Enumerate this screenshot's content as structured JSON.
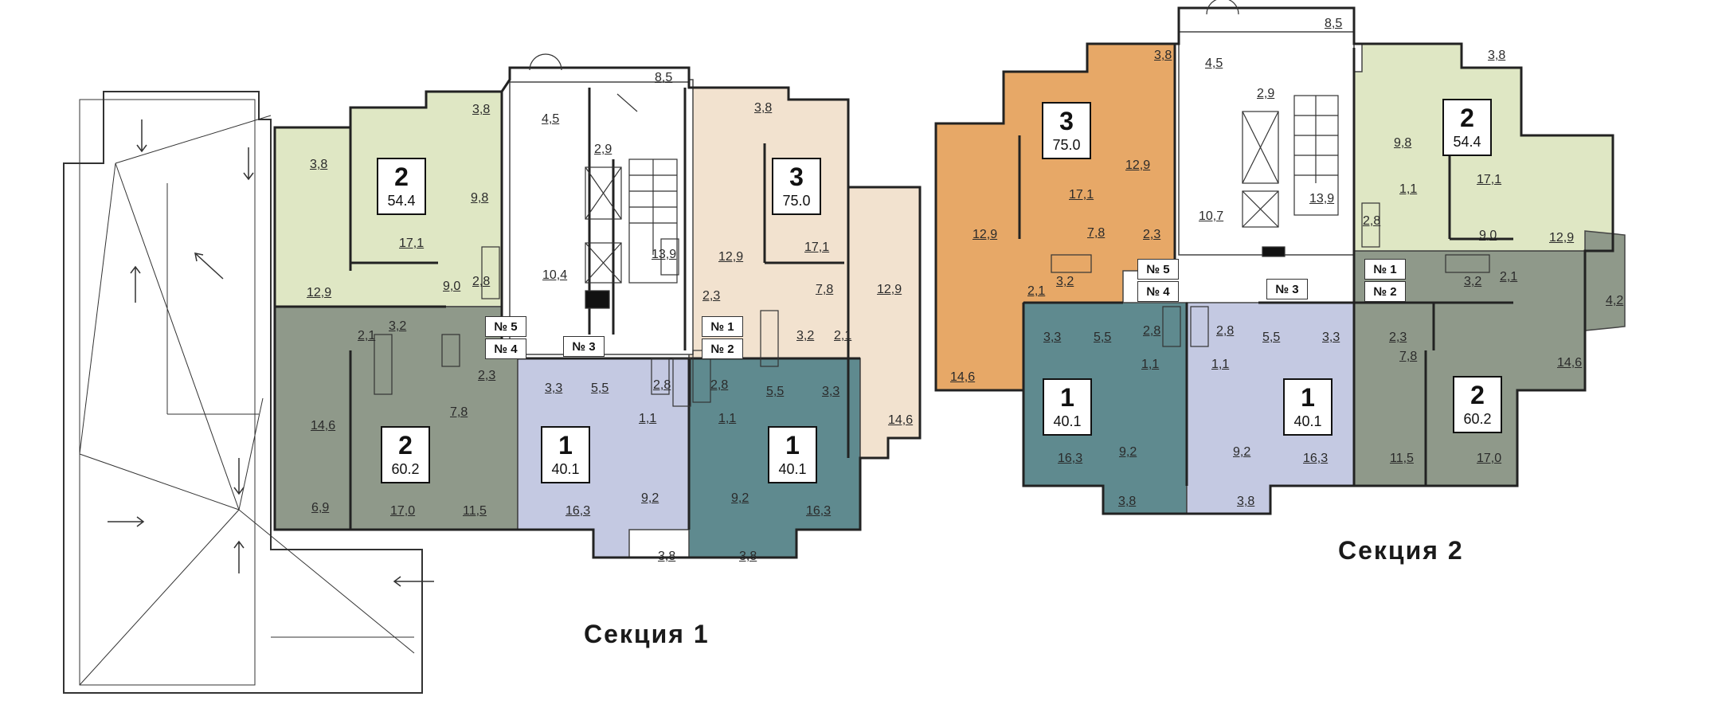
{
  "sections": [
    {
      "title": "Секция 1",
      "apartments": [
        {
          "rooms": "2",
          "area": "54.4",
          "no": "№ 5",
          "color": "#dfe7c4"
        },
        {
          "rooms": "2",
          "area": "60.2",
          "no": "№ 4",
          "color": "#8f998a"
        },
        {
          "rooms": "1",
          "area": "40.1",
          "no": "№ 3",
          "color": "#c4c9e2"
        },
        {
          "rooms": "1",
          "area": "40.1",
          "no": "№ 2",
          "color": "#5f8a8f"
        },
        {
          "rooms": "3",
          "area": "75.0",
          "no": "№ 1",
          "color": "#f2e2cf"
        }
      ],
      "room_labels": [
        "3,8",
        "3,8",
        "17,1",
        "9,8",
        "2,8",
        "12,9",
        "9,0",
        "4,5",
        "2,9",
        "10,4",
        "13,9",
        "12,9",
        "17,1",
        "7,8",
        "2,3",
        "12,9",
        "2,1",
        "3,2",
        "2,3",
        "14,6",
        "7,8",
        "3,2",
        "2,1",
        "14,6",
        "17,0",
        "11,5",
        "6,9",
        "3,3",
        "5,5",
        "2,8",
        "2,8",
        "1,1",
        "1,1",
        "5,5",
        "3,3",
        "16,3",
        "9,2",
        "9,2",
        "16,3",
        "3,8",
        "3,8",
        "8,5",
        "3,8"
      ]
    },
    {
      "title": "Секция 2",
      "apartments": [
        {
          "rooms": "3",
          "area": "75.0",
          "no": "№ 5",
          "color": "#e7a867"
        },
        {
          "rooms": "1",
          "area": "40.1",
          "no": "№ 4",
          "color": "#5f8a8f"
        },
        {
          "rooms": "1",
          "area": "40.1",
          "no": "№ 3",
          "color": "#c4c9e2"
        },
        {
          "rooms": "2",
          "area": "60.2",
          "no": "№ 2",
          "color": "#8f998a"
        },
        {
          "rooms": "2",
          "area": "54.4",
          "no": "№ 1",
          "color": "#dfe7c4"
        }
      ],
      "room_labels": [
        "3,8",
        "8,5",
        "4,5",
        "2,9",
        "3,8",
        "12,9",
        "17,1",
        "12,9",
        "7,8",
        "2,3",
        "10,7",
        "13,9",
        "9,8",
        "1,1",
        "17,1",
        "2,8",
        "9,0",
        "12,9",
        "4,2",
        "2,1",
        "3,2",
        "3,2",
        "2,1",
        "14,6",
        "3,3",
        "5,5",
        "2,8",
        "2,8",
        "5,5",
        "3,3",
        "1,1",
        "1,1",
        "2,3",
        "7,8",
        "14,6",
        "16,3",
        "9,2",
        "9,2",
        "16,3",
        "11,5",
        "17,0",
        "3,8",
        "3,8"
      ]
    }
  ]
}
